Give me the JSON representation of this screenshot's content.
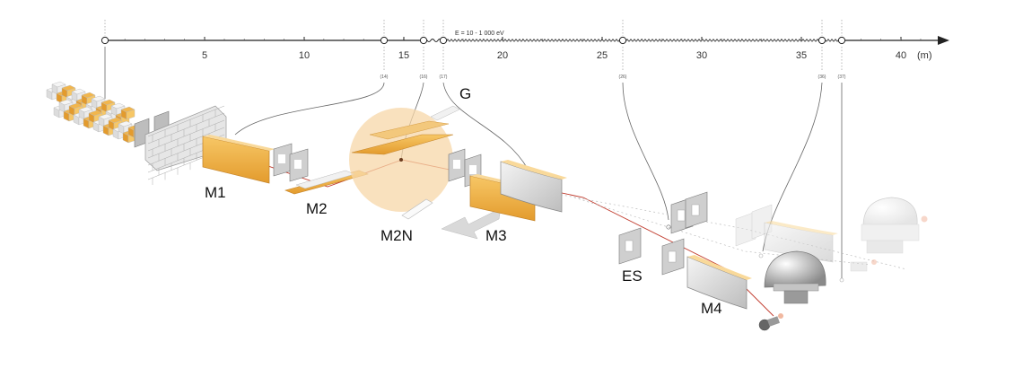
{
  "axis": {
    "unit": "(m)",
    "energy_label": "E = 10 - 1 000 eV",
    "ticks": [
      "5",
      "10",
      "15",
      "20",
      "25",
      "30",
      "35",
      "40"
    ],
    "marker_labels": [
      "(14)",
      "(16)",
      "(17)",
      "(26)",
      "(36)",
      "(37)"
    ]
  },
  "components": {
    "m1": "M1",
    "m2": "M2",
    "m2n": "M2N",
    "g": "G",
    "m3": "M3",
    "es": "ES",
    "m4": "M4"
  },
  "colors": {
    "mirror": "#f2b64c",
    "mirror_dark": "#d9952a",
    "grating_circle": "#f7d7a8",
    "beam": "#c0392b",
    "slit": "#b8b8b8",
    "axis": "#222222"
  }
}
